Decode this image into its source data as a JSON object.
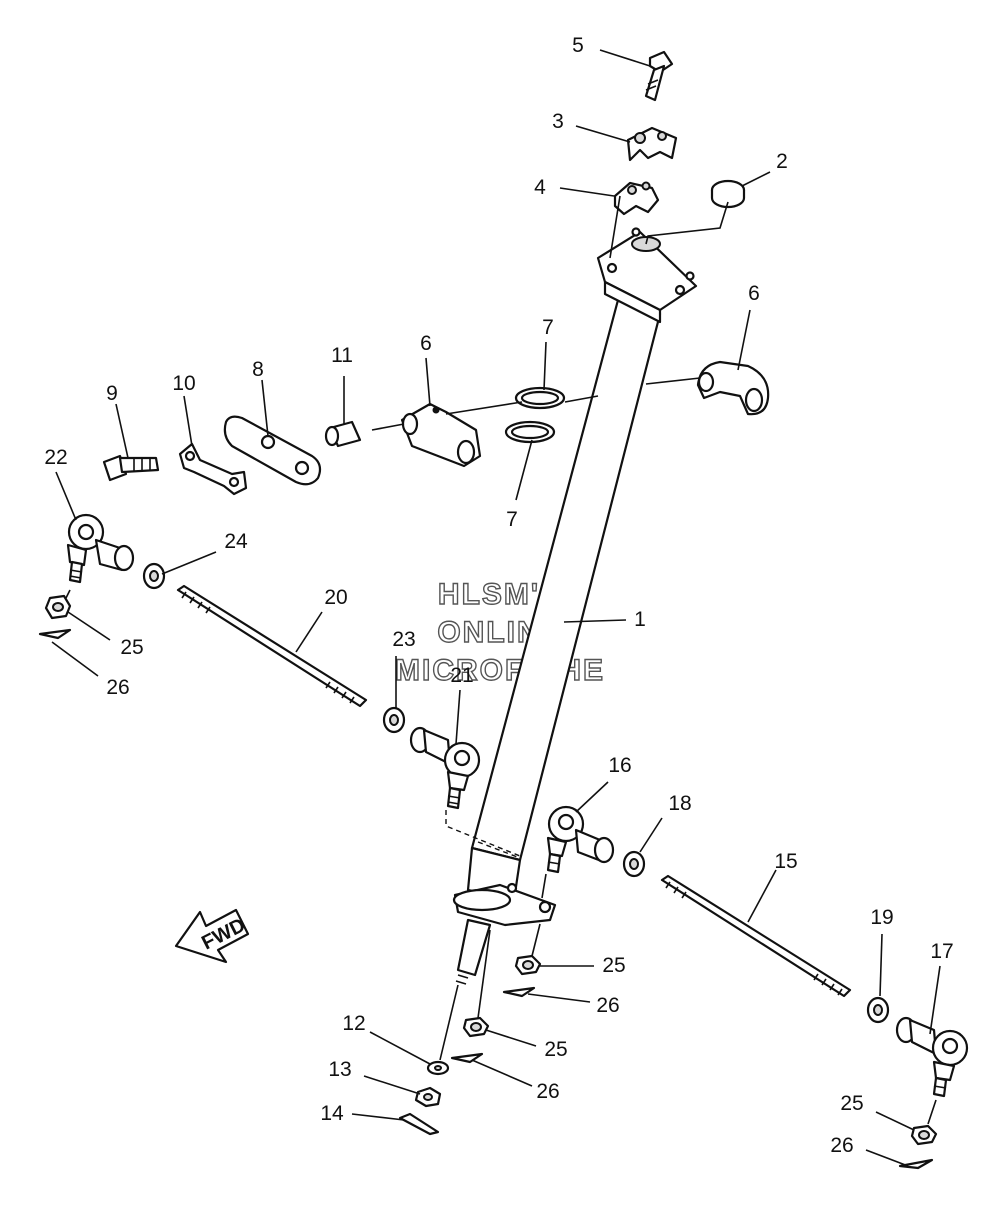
{
  "watermark": {
    "line1": "HLSM'S",
    "line2": "ONLINE",
    "line3": "MICROFICHE"
  },
  "fwd_arrow": {
    "label": "FWD"
  },
  "callouts": {
    "c1": "1",
    "c2": "2",
    "c3": "3",
    "c4": "4",
    "c5": "5",
    "c6a": "6",
    "c6b": "6",
    "c7a": "7",
    "c7b": "7",
    "c8": "8",
    "c9": "9",
    "c10": "10",
    "c11": "11",
    "c12": "12",
    "c13": "13",
    "c14": "14",
    "c15": "15",
    "c16": "16",
    "c17": "17",
    "c18": "18",
    "c19": "19",
    "c20": "20",
    "c21": "21",
    "c22": "22",
    "c23": "23",
    "c24": "24",
    "c25a": "25",
    "c25b": "25",
    "c25c": "25",
    "c25d": "25",
    "c26a": "26",
    "c26b": "26",
    "c26c": "26",
    "c26d": "26"
  }
}
